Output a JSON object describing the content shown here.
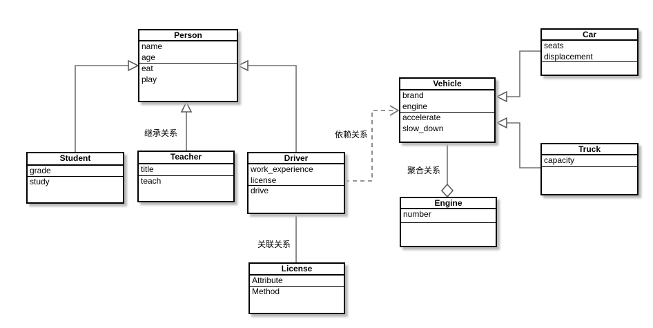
{
  "diagram_type": "uml-class-diagram",
  "classes": {
    "person": {
      "title": "Person",
      "attributes": [
        "name",
        "age"
      ],
      "methods": [
        "eat",
        "play"
      ]
    },
    "student": {
      "title": "Student",
      "attributes": [
        "grade"
      ],
      "methods": [
        "study"
      ]
    },
    "teacher": {
      "title": "Teacher",
      "attributes": [
        "title"
      ],
      "methods": [
        "teach"
      ]
    },
    "driver": {
      "title": "Driver",
      "attributes": [
        "work_experience",
        "license"
      ],
      "methods": [
        "drive"
      ]
    },
    "license": {
      "title": "License",
      "attributes": [
        "Attribute"
      ],
      "methods": [
        "Method"
      ]
    },
    "vehicle": {
      "title": "Vehicle",
      "attributes": [
        "brand",
        "engine"
      ],
      "methods": [
        "accelerate",
        "slow_down"
      ]
    },
    "engine": {
      "title": "Engine",
      "attributes": [
        "number"
      ],
      "methods": []
    },
    "car": {
      "title": "Car",
      "attributes": [
        "seats",
        "displacement"
      ],
      "methods": []
    },
    "truck": {
      "title": "Truck",
      "attributes": [
        "capacity"
      ],
      "methods": []
    }
  },
  "edge_labels": {
    "inheritance": "继承关系",
    "dependency": "依赖关系",
    "association": "关联关系",
    "aggregation": "聚合关系"
  },
  "edges": [
    {
      "from": "Student",
      "to": "Person",
      "type": "inheritance"
    },
    {
      "from": "Teacher",
      "to": "Person",
      "type": "inheritance",
      "label": "继承关系"
    },
    {
      "from": "Driver",
      "to": "Person",
      "type": "inheritance"
    },
    {
      "from": "Driver",
      "to": "License",
      "type": "association",
      "label": "关联关系"
    },
    {
      "from": "Driver",
      "to": "Vehicle",
      "type": "dependency",
      "label": "依赖关系"
    },
    {
      "from": "Vehicle",
      "to": "Engine",
      "type": "aggregation",
      "label": "聚合关系"
    },
    {
      "from": "Car",
      "to": "Vehicle",
      "type": "inheritance"
    },
    {
      "from": "Truck",
      "to": "Vehicle",
      "type": "inheritance"
    }
  ],
  "colors": {
    "background": "#ffffff",
    "box_fill": "#ffffff",
    "box_border": "#000000",
    "line": "#707070",
    "shadow": "#b9b9b9",
    "text": "#000000"
  }
}
